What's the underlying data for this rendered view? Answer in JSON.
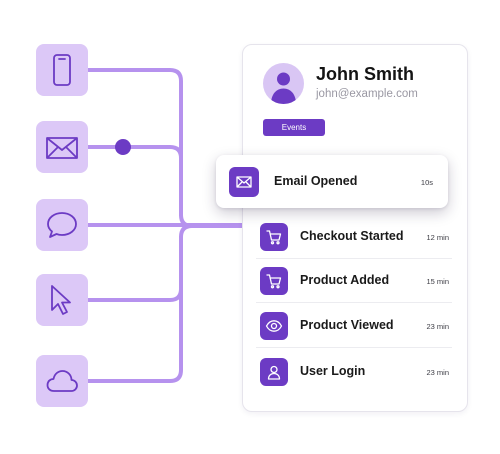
{
  "colors": {
    "accent": "#6c3bc4",
    "tile_background": "#dcc8f7",
    "connector": "#b692ee"
  },
  "channels": [
    {
      "name": "phone",
      "icon": "smartphone-icon"
    },
    {
      "name": "email",
      "icon": "envelope-icon"
    },
    {
      "name": "chat",
      "icon": "chat-bubble-icon"
    },
    {
      "name": "web",
      "icon": "cursor-arrow-icon"
    },
    {
      "name": "cloud",
      "icon": "cloud-icon"
    }
  ],
  "profile": {
    "name": "John Smith",
    "email": "john@example.com",
    "avatar_icon": "user-avatar-icon",
    "events_button_label": "Events"
  },
  "featured_event": {
    "label": "Email Opened",
    "time": "10s",
    "icon": "envelope-icon"
  },
  "events": [
    {
      "label": "Checkout Started",
      "time": "12 min",
      "icon": "cart-icon"
    },
    {
      "label": "Product Added",
      "time": "15 min",
      "icon": "cart-icon"
    },
    {
      "label": "Product Viewed",
      "time": "23 min",
      "icon": "eye-icon"
    },
    {
      "label": "User Login",
      "time": "23 min",
      "icon": "user-icon"
    }
  ]
}
